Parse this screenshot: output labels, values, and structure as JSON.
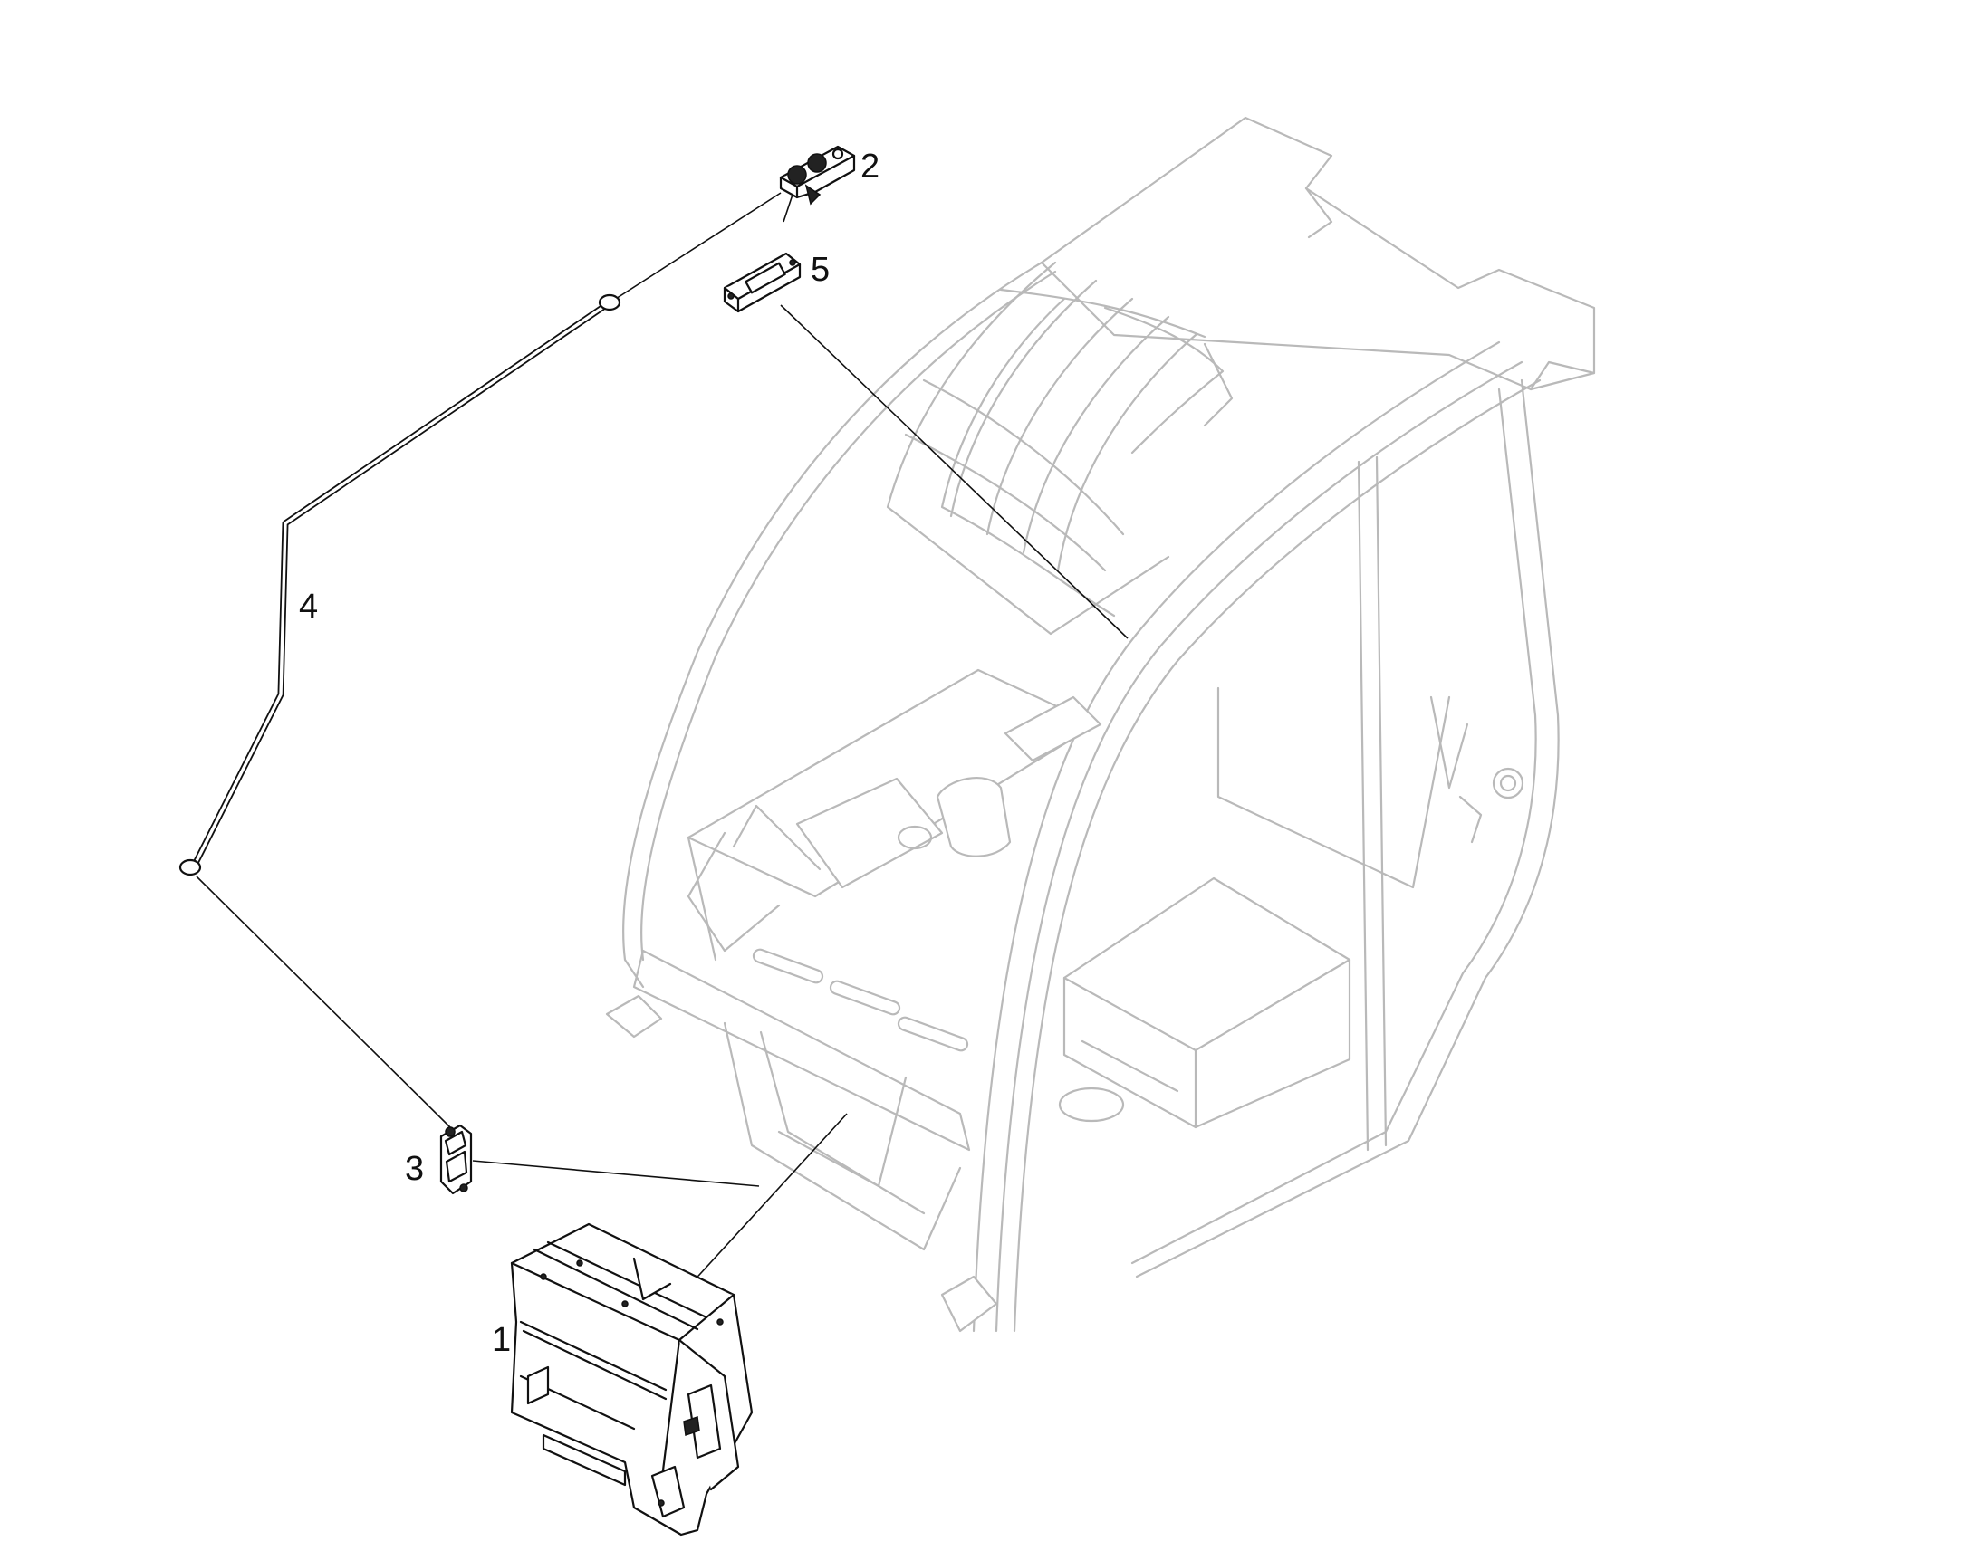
{
  "callouts": [
    {
      "id": "1",
      "text": "1"
    },
    {
      "id": "2",
      "text": "2"
    },
    {
      "id": "3",
      "text": "3"
    },
    {
      "id": "4",
      "text": "4"
    },
    {
      "id": "5",
      "text": "5"
    }
  ],
  "colors": {
    "background": "#ffffff",
    "cab_outline": "#b9b9b9",
    "part_outline": "#111111"
  }
}
